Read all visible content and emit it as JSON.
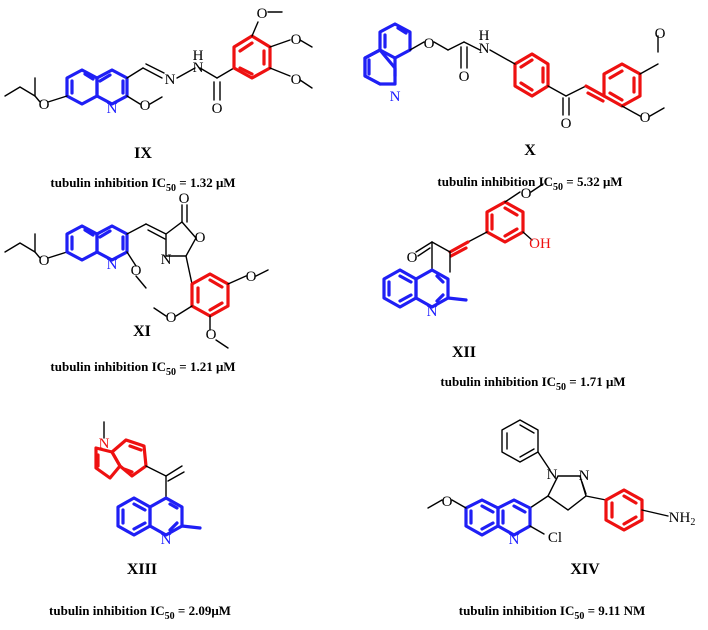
{
  "compounds": [
    {
      "id": "IX",
      "caption": "tubulin inhibition IC50 =  1.32 μM",
      "cap_pre": "tubulin inhibition IC",
      "cap_sub": "50",
      "cap_post": " =  1.32 μM"
    },
    {
      "id": "X",
      "caption": "tubulin inhibition IC50 =  5.32 μM",
      "cap_pre": "tubulin inhibition IC",
      "cap_sub": "50",
      "cap_post": " =  5.32 μM"
    },
    {
      "id": "XI",
      "caption": "tubulin inhibition IC50 = 1.21 μM",
      "cap_pre": "tubulin inhibition IC",
      "cap_sub": "50",
      "cap_post": " = 1.21 μM"
    },
    {
      "id": "XII",
      "caption": "tubulin inhibition IC50 = 1.71 μM",
      "cap_pre": "tubulin inhibition IC",
      "cap_sub": "50",
      "cap_post": " = 1.71 μM"
    },
    {
      "id": "XIII",
      "caption": "tubulin inhibition IC50 = 2.09μM",
      "cap_pre": "tubulin inhibition IC",
      "cap_sub": "50",
      "cap_post": " = 2.09μM"
    },
    {
      "id": "XIV",
      "caption": "tubulin inhibition IC50 = 9.11 NM",
      "cap_pre": "tubulin inhibition IC",
      "cap_sub": "50",
      "cap_post": " = 9.11 NM"
    }
  ],
  "atoms": {
    "O": "O",
    "N": "N",
    "H": "H",
    "NH": "NH",
    "OH": "OH",
    "Cl": "Cl",
    "NH2": "NH",
    "two": "2"
  },
  "colors": {
    "quinoline": "#1f1ff5",
    "pharmacophore": "#ee1111",
    "bond": "#000000"
  }
}
